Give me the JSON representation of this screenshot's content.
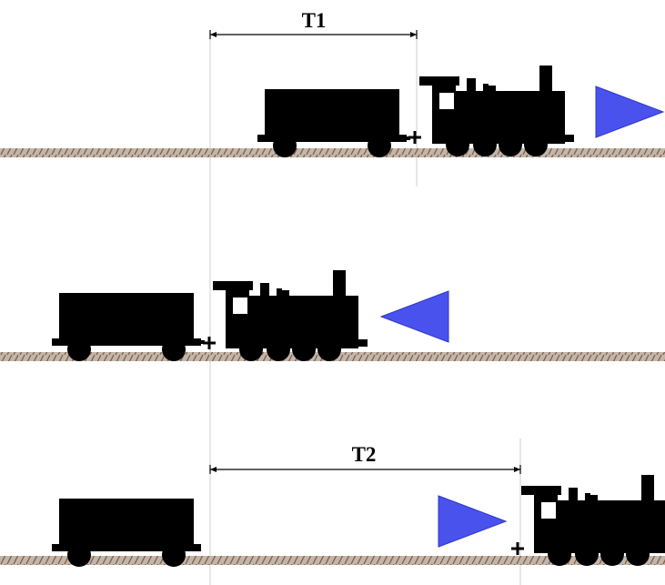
{
  "labels": {
    "t1": "T1",
    "t2": "T2"
  },
  "scenes": [
    {
      "id": "scene-1",
      "direction": "right"
    },
    {
      "id": "scene-2",
      "direction": "left"
    },
    {
      "id": "scene-3",
      "direction": "right",
      "decoupled": true
    }
  ],
  "colors": {
    "train": "#000000",
    "arrow": "#4a52ee",
    "arrow_stroke": "#2f37c8",
    "rail_base": "#bfb7ae",
    "rail_tie": "#8d5a3a",
    "guide_line": "#cfcfcf"
  },
  "icons": {
    "locomotive": "steam-locomotive-icon",
    "wagon": "freight-wagon-icon",
    "coupling": "coupling-plus-icon",
    "direction": "direction-triangle-icon"
  }
}
